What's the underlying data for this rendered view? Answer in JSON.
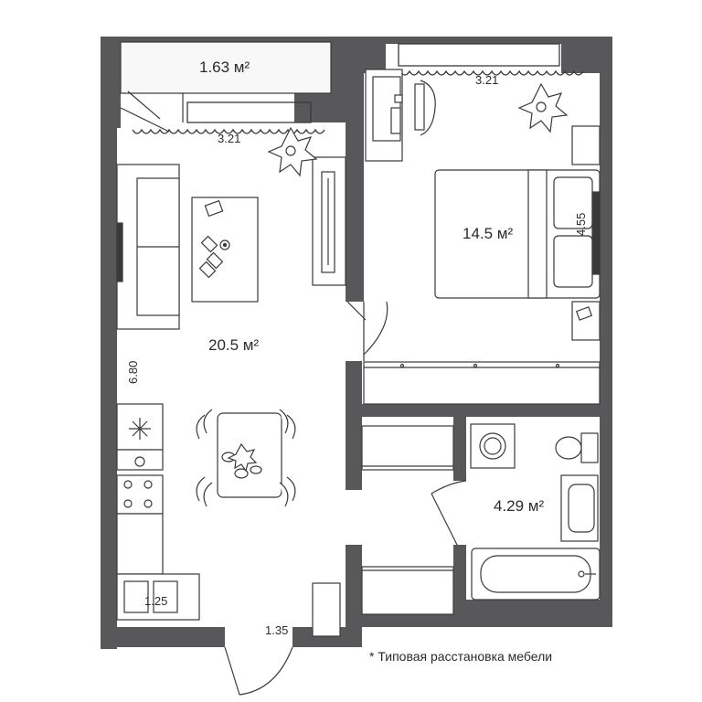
{
  "rooms": {
    "balcony_area": "1.63 м²",
    "living_area": "20.5 м²",
    "bedroom_area": "14.5 м²",
    "bathroom_area": "4.29 м²"
  },
  "dimensions": {
    "balcony_width": "3.21",
    "bedroom_width": "3.21",
    "living_height": "6.80",
    "bedroom_height": "4.55",
    "kitchen_width": "1.25",
    "entrance_width": "1.35"
  },
  "note": "* Типовая расстановка мебели",
  "colors": {
    "wall": "#58585b",
    "line": "#3a3a3a",
    "fill": "#f3f3f3"
  }
}
